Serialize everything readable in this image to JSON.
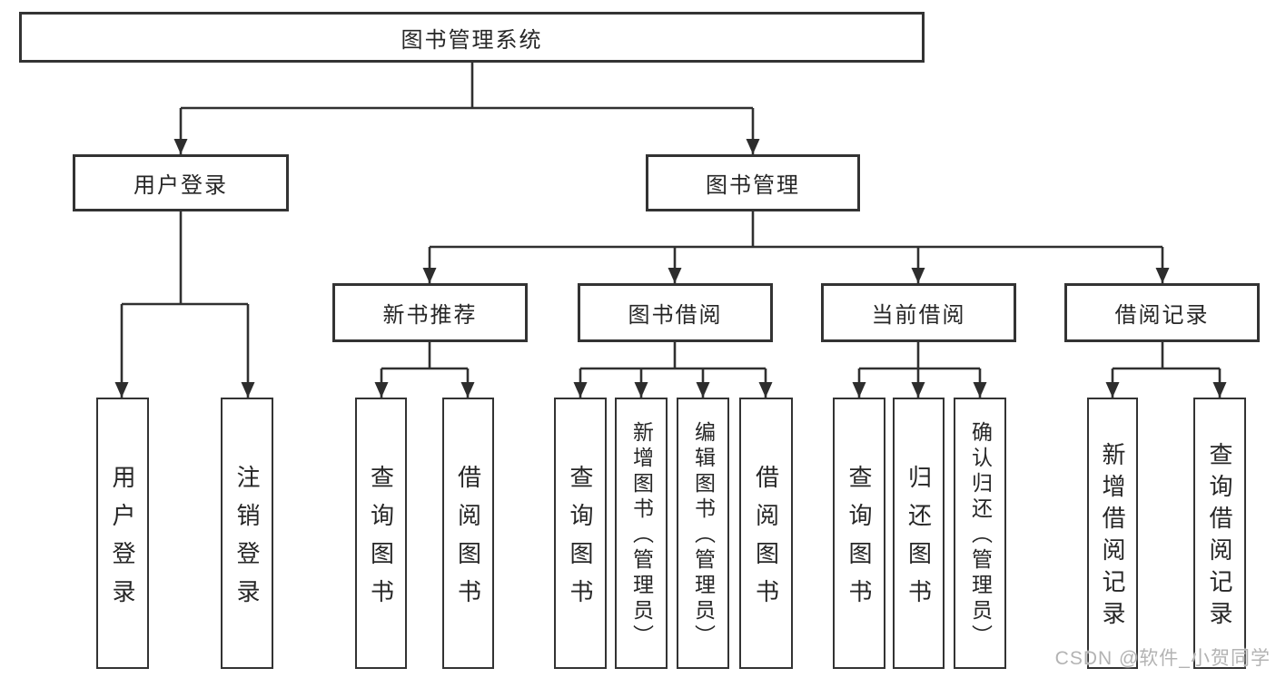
{
  "tree": {
    "root": {
      "label": "图书管理系统"
    },
    "branches": [
      {
        "label": "用户登录",
        "children": [
          {
            "label": "用户登录"
          },
          {
            "label": "注销登录"
          }
        ]
      },
      {
        "label": "图书管理",
        "children": [
          {
            "label": "新书推荐",
            "children": [
              {
                "label": "查询图书"
              },
              {
                "label": "借阅图书"
              }
            ]
          },
          {
            "label": "图书借阅",
            "children": [
              {
                "label": "查询图书"
              },
              {
                "label": "新增图书（管理员）"
              },
              {
                "label": "编辑图书（管理员）"
              },
              {
                "label": "借阅图书"
              }
            ]
          },
          {
            "label": "当前借阅",
            "children": [
              {
                "label": "查询图书"
              },
              {
                "label": "归还图书"
              },
              {
                "label": "确认归还（管理员）"
              }
            ]
          },
          {
            "label": "借阅记录",
            "children": [
              {
                "label": "新增借阅记录"
              },
              {
                "label": "查询借阅记录"
              }
            ]
          }
        ]
      }
    ]
  },
  "colors": {
    "line": "#303030",
    "border": "#333333",
    "text": "#262626",
    "background": "#ffffff",
    "watermark_gray": "#b3b3b3"
  },
  "watermark": {
    "text": "CSDN @软件_小贺同学"
  }
}
